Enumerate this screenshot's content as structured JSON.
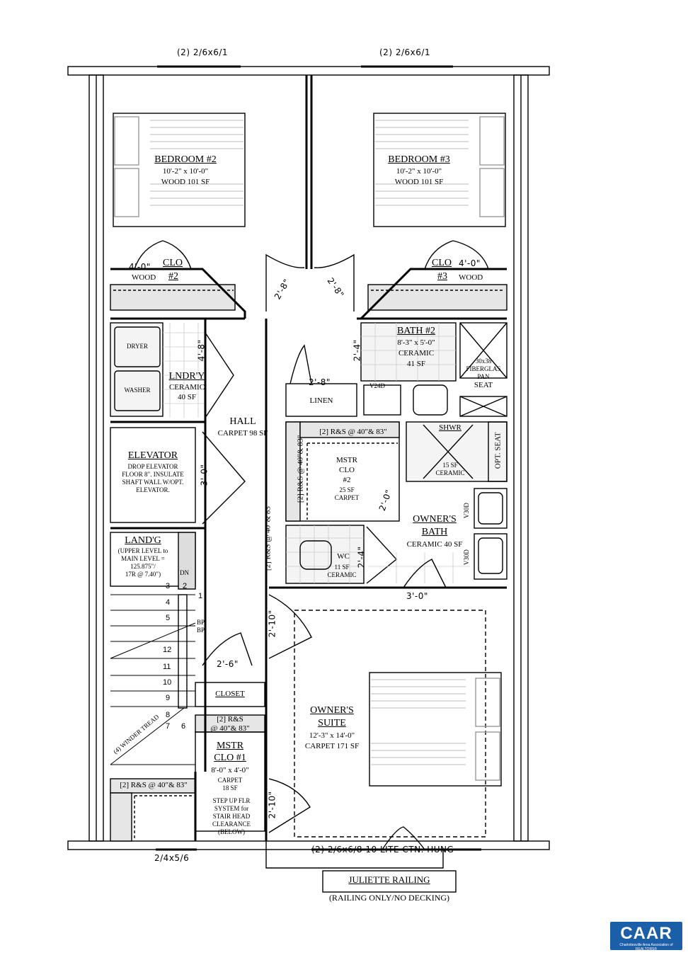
{
  "top_windows": [
    "(2) 2/6x6/1",
    "(2) 2/6x6/1"
  ],
  "bedroom2": {
    "name": "BEDROOM #2",
    "size": "10'-2\" x 10'-0\"",
    "floor": "WOOD 101 SF"
  },
  "bedroom3": {
    "name": "BEDROOM #3",
    "size": "10'-2\" x 10'-0\"",
    "floor": "WOOD 101 SF"
  },
  "clo2": {
    "width": "4'-0\"",
    "name": "CLO",
    "num": "#2",
    "floor": "WOOD"
  },
  "clo3": {
    "width": "4'-0\"",
    "name": "CLO",
    "num": "#3",
    "floor": "WOOD"
  },
  "door_bedroom2": "2'-8\"",
  "door_bedroom3": "2'-8\"",
  "bath2": {
    "name": "BATH #2",
    "size": "8'-3\" x 5'-0\"",
    "floor": "CERAMIC",
    "area": "41 SF",
    "door": "2'-4\"",
    "vanity": "V24D",
    "pan1": "30x38",
    "pan2": "FIBERGLAS",
    "pan3": "PAN",
    "seat": "SEAT"
  },
  "laundry": {
    "name": "LNDR'Y",
    "floor": "CERAMIC",
    "area": "40 SF",
    "dryer": "DRYER",
    "washer": "WASHER",
    "door": "4'-8\""
  },
  "linen": {
    "name": "LINEN",
    "door": "2'-8\""
  },
  "hall": {
    "name": "HALL",
    "floor": "CARPET 98 SF"
  },
  "elevator": {
    "name": "ELEVATOR",
    "l1": "DROP ELEVATOR",
    "l2": "FLOOR 8\". INSULATE",
    "l3": "SHAFT WALL W/OPT.",
    "l4": "ELEVATOR.",
    "door": "3'-0\""
  },
  "mstr_clo2": {
    "shelf_top": "[2] R&S @ 40\"& 83\"",
    "shelf_side": "[2] R&S @ 40\"& 83\"",
    "l1": "MSTR",
    "l2": "CLO",
    "l3": "#2",
    "area": "25 SF",
    "floor": "CARPET",
    "door": "2'-0\""
  },
  "shower": {
    "name": "SHWR",
    "area": "15 SF",
    "floor": "CERAMIC",
    "opt_seat": "OPT. SEAT"
  },
  "owners_bath": {
    "l1": "OWNER'S",
    "l2": "BATH",
    "floor": "CERAMIC 40 SF",
    "vanity1": "V30D",
    "vanity2": "V30D"
  },
  "wc": {
    "name": "WC",
    "area": "11 SF",
    "floor": "CERAMIC",
    "door": "2'-4\""
  },
  "hall_shelf": "[2] R&S @ 40\"& 83\"",
  "landing": {
    "name": "LAND'G",
    "l1": "(UPPER LEVEL to",
    "l2": "MAIN LEVEL =",
    "l3": "125.875\"/",
    "l4": "17R @ 7.40\")",
    "dn": "DN"
  },
  "stairs": {
    "steps": [
      "1",
      "2",
      "3",
      "4",
      "5",
      "12",
      "11",
      "10",
      "9",
      "8",
      "7",
      "6"
    ],
    "bp1": "BP",
    "bp2": "BP",
    "winder": "(4) WINDER TREAD"
  },
  "closet": {
    "name": "CLOSET",
    "door": "2'-6\""
  },
  "mstr_clo1": {
    "shelf1": "[2] R&S",
    "shelf2": "@ 40\"& 83\"",
    "l1": "MSTR",
    "l2": "CLO #1",
    "size": "8'-0\" x 4'-0\"",
    "floor": "CARPET",
    "area": "18 SF"
  },
  "stair_shelf": "[2] R&S @ 40\"& 83\"",
  "step_up": {
    "l1": "STEP UP FLR",
    "l2": "SYSTEM for",
    "l3": "STAIR HEAD",
    "l4": "CLEARANCE",
    "l5": "(BELOW)"
  },
  "owners_suite": {
    "l1": "OWNER'S",
    "l2": "SUITE",
    "size": "12'-3\" x 14'-0\"",
    "floor": "CARPET 171 SF",
    "door_top": "3'-0\"",
    "door_left": "2'-10\"",
    "door_left2": "2'-10\""
  },
  "bottom_window_left": "2/4x5/6",
  "bottom_window_right": "(2) 2/6x6/8 10 LITE CTN. HUNG",
  "railing": {
    "name": "JULIETTE RAILING",
    "note": "(RAILING ONLY/NO DECKING)"
  },
  "logo": {
    "text": "CAAR",
    "sub": "Charlottesville Area Association of REALTORS®"
  }
}
